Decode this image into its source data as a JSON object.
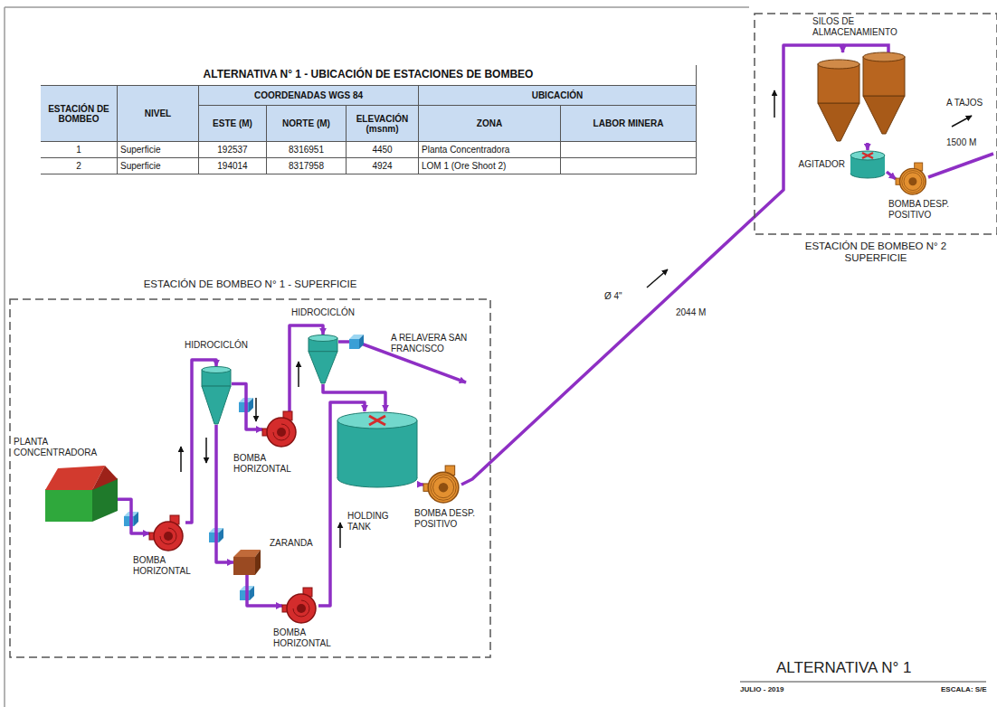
{
  "diagram": {
    "title": "ALTERNATIVA N° 1",
    "nodes": [
      {
        "text": [
          "ESTACIÓN DE BOMBEO N° 1 - SUPERFICIE"
        ]
      },
      {
        "text": [
          "PLANTA CONCENTRADORA"
        ],
        "in": 0
      },
      {
        "text": [
          "BOMBA HORIZONTAL"
        ],
        "in": 0
      },
      {
        "text": [
          "HIDROCICLÓN"
        ],
        "in": 0
      },
      {
        "text": [
          "BOMBA HORIZONTAL"
        ],
        "in": 0
      },
      {
        "text": [
          "HIDROCICLÓN"
        ],
        "in": 0
      },
      {
        "text": [
          "ZARANDA"
        ],
        "in": 0
      },
      {
        "text": [
          "BOMBA HORIZONTAL"
        ],
        "in": 0
      },
      {
        "text": [
          "HOLDING TANK"
        ],
        "in": 0
      },
      {
        "text": [
          "BOMBA DESP. POSITIVO"
        ],
        "in": 0
      },
      {
        "text": [
          "ESTACIÓN DE BOMBEO N° 2 SUPERFICIE"
        ]
      },
      {
        "text": [
          "SILOS DE ALMACENAMIENTO"
        ],
        "in": 10
      },
      {
        "text": [
          "AGITADOR"
        ],
        "in": 10
      },
      {
        "text": [
          "BOMBA DESP. POSITIVO"
        ],
        "in": 10
      }
    ],
    "edges": [
      {
        "from": 1,
        "to": 2,
        "arrow": "to"
      },
      {
        "from": 2,
        "to": 3,
        "arrow": "to"
      },
      {
        "from": 3,
        "to": 4,
        "arrow": "to"
      },
      {
        "from": 4,
        "to": 5,
        "arrow": "to"
      },
      {
        "from": 3,
        "to": 6,
        "arrow": "to"
      },
      {
        "from": 6,
        "to": 7,
        "arrow": "to"
      },
      {
        "from": 7,
        "to": 8,
        "arrow": "to"
      },
      {
        "from": 5,
        "to": 8,
        "arrow": "to"
      },
      {
        "from": 8,
        "to": 9,
        "arrow": "to"
      },
      {
        "from": 9,
        "to": 11,
        "label": "2044 M",
        "arrow": "to"
      },
      {
        "from": 11,
        "to": 12,
        "arrow": "to"
      },
      {
        "from": 12,
        "to": 13,
        "arrow": "to"
      }
    ],
    "labels": [
      "ALTERNATIVA N° 1 - UBICACIÓN DE ESTACIONES DE BOMBEO",
      "ESTACIÓN DE BOMBEO",
      "NIVEL",
      "COORDENADAS WGS 84",
      "UBICACIÓN",
      "ESTE (M)",
      "NORTE (M)",
      "ELEVACIÓN (msnm)",
      "ZONA",
      "LABOR MINERA",
      "1",
      "Superficie",
      "192537",
      "8316951",
      "4450",
      "Planta Concentradora",
      "2",
      "Superficie",
      "194014",
      "8317958",
      "4924",
      "LOM 1 (Ore Shoot 2)",
      "A RELAVERA SAN FRANCISCO",
      "Ø 4\"",
      "A TAJOS",
      "1500 M",
      "JULIO - 2019",
      "ESCALA: S/E"
    ]
  }
}
